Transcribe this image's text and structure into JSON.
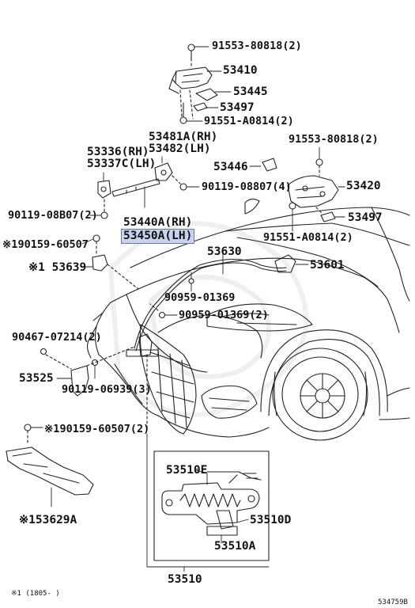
{
  "figure_id": "534759B",
  "footnote": "※1 (1805-      )",
  "highlight_color": "#c5d3ee",
  "parts": {
    "p91553_top": "91553-80818(2)",
    "p53410": "53410",
    "p53445": "53445",
    "p53497_top": "53497",
    "p91551_top": "91551-A0814(2)",
    "p53481": "53481A(RH)",
    "p53482": "53482(LH)",
    "p53336": "53336(RH)",
    "p53337": "53337C(LH)",
    "p53446": "53446",
    "p91553_right": "91553-80818(2)",
    "p53420": "53420",
    "p90119_08807": "90119-08807(4)",
    "p90119_08b07": "90119-08B07(2)",
    "p53440": "53440A(RH)",
    "p53450": "53450A(LH)",
    "p53497_right": "53497",
    "p91551_right": "91551-A0814(2)",
    "p90159_top": "※190159-60507",
    "p53639": "※1  53639",
    "p53630": "53630",
    "p53601": "53601",
    "p90959_a": "90959-01369",
    "p90959_b": "90959-01369(2)",
    "p90467": "90467-07214(2)",
    "p53525": "53525",
    "p90119_06939": "90119-06939(3)",
    "p90159_bottom": "※190159-60507(2)",
    "p53510e": "53510E",
    "p53510d": "53510D",
    "p53510a": "53510A",
    "p53629a": "※153629A",
    "p53510": "53510"
  }
}
